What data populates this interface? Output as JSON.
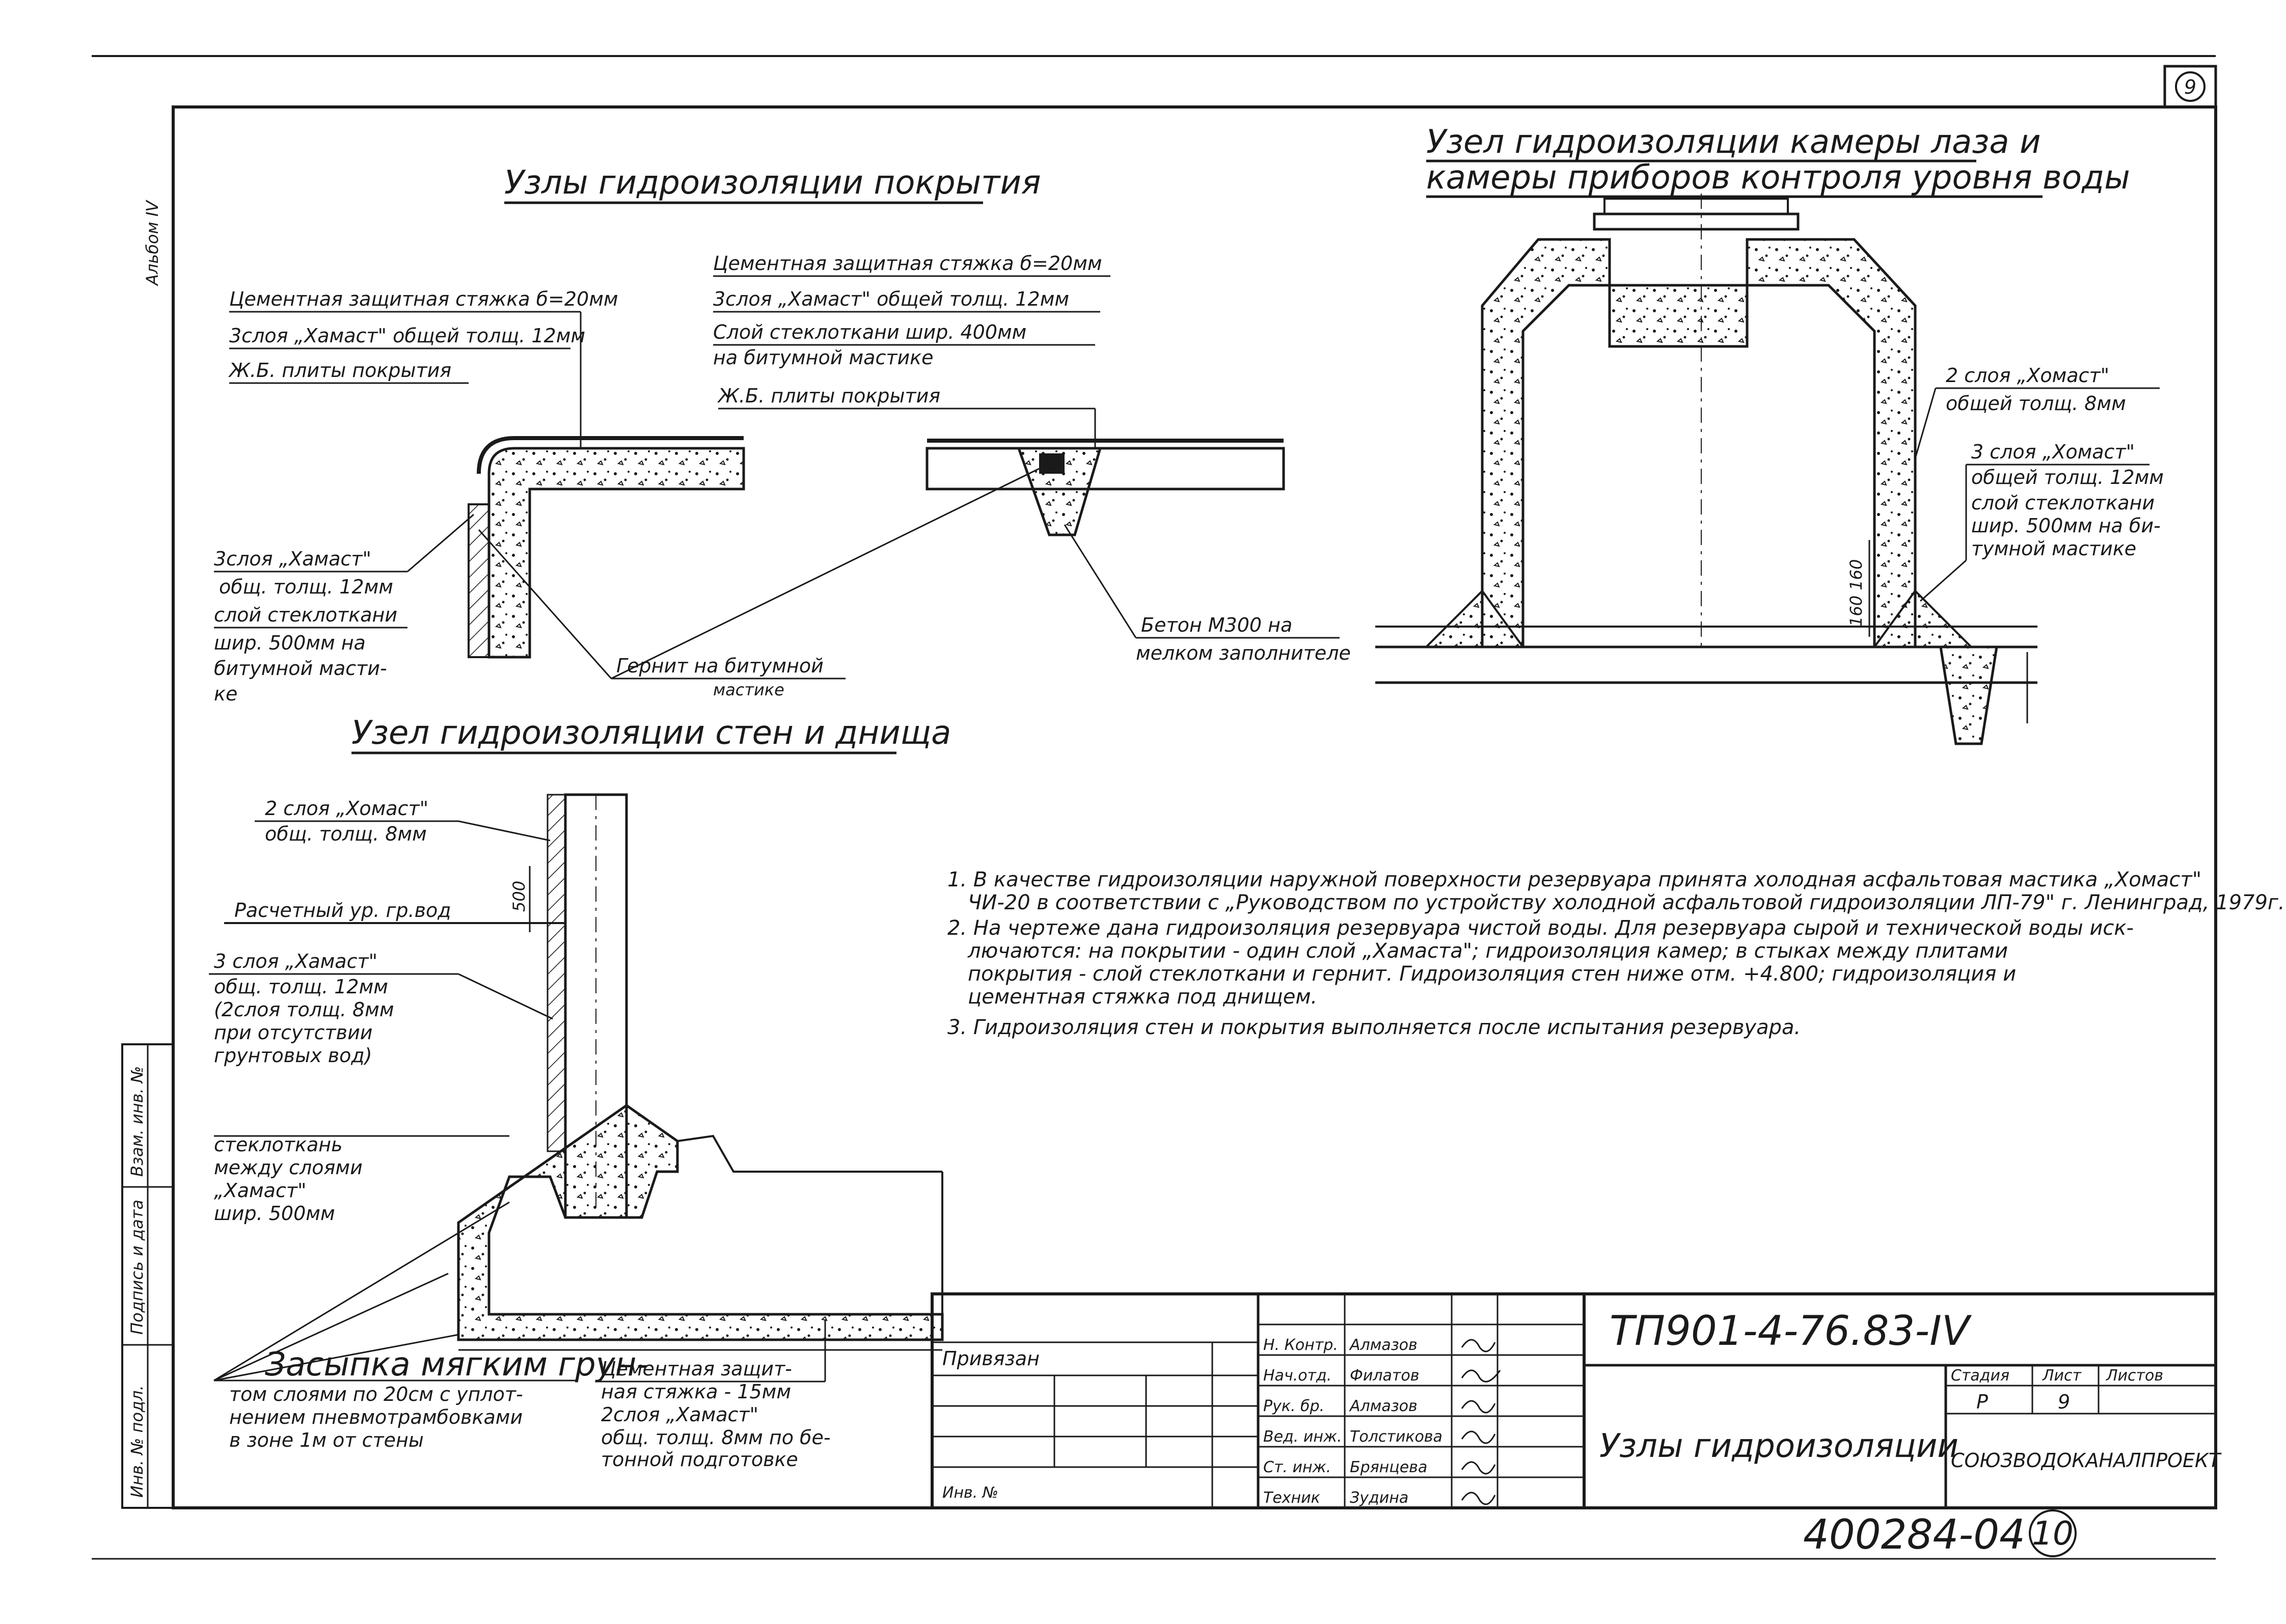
{
  "sheet": {
    "sheet_number_top": "9",
    "side_label": "Альбом IV",
    "bottom_number": "400284-04",
    "bottom_circle": "10"
  },
  "roof": {
    "title": "Узлы гидроизоляции покрытия",
    "left_labels": [
      "Цементная защитная стяжка б=20мм",
      "3слоя „Хамаст\" общей толщ. 12мм",
      "Ж.Б. плиты покрытия"
    ],
    "mid_labels": [
      "Цементная защитная стяжка б=20мм",
      "3слоя „Хамаст\" общей толщ. 12мм",
      "Слой стеклоткани шир. 400мм",
      "на битумной мастике",
      "Ж.Б. плиты покрытия"
    ],
    "corner_labels": [
      "3слоя „Хамаст\"",
      "общ. толщ. 12мм",
      "слой стеклоткани",
      "шир. 500мм на",
      "битумной масти-",
      "ке"
    ],
    "gernit": [
      "Гернит на битумной",
      "мастике"
    ],
    "beton": [
      "Бетон М300 на",
      "мелком заполнителе"
    ]
  },
  "chamber": {
    "title_line1": "Узел гидроизоляции камеры лаза и",
    "title_line2": "камеры приборов контроля уровня воды",
    "right_label1": [
      "2 слоя „Хомаст\"",
      "общей толщ. 8мм"
    ],
    "right_label2": [
      "3 слоя „Хомаст\"",
      "общей толщ. 12мм",
      "слой стеклоткани",
      "шир. 500мм на би-",
      "тумной мастике"
    ],
    "dim": "160 160"
  },
  "wall": {
    "title": "Узел гидроизоляции стен и днища",
    "label1": [
      "2 слоя „Хомаст\"",
      "общ. толщ. 8мм"
    ],
    "level": "Расчетный ур. гр.вод",
    "dim": "500",
    "label2": [
      "3 слоя „Хамаст\"",
      "общ. толщ. 12мм",
      "(2слоя толщ. 8мм",
      "при отсутствии",
      "грунтовых вод)"
    ],
    "label3": [
      "стеклоткань",
      "между слоями",
      "„Хамаст\"",
      "шир. 500мм"
    ],
    "label4": [
      "Засыпка мягким грун-",
      "том слоями по 20см с уплот-",
      "нением пневмотрамбовками",
      "в зоне 1м от стены"
    ],
    "label5": [
      "Цементная защит-",
      "ная стяжка - 15мм",
      "2слоя „Хамаст\"",
      "общ. толщ. 8мм по бе-",
      "тонной подготовке"
    ]
  },
  "notes": [
    "1. В качестве гидроизоляции наружной поверхности резервуара принята холодная асфальтовая мастика „Хомаст\"",
    "ЧИ-20 в соответствии с „Руководством по устройству холодной асфальтовой гидроизоляции ЛП-79\" г. Ленинград, 1979г.",
    "2. На чертеже дана гидроизоляция резервуара чистой воды. Для резервуара сырой и технической воды иск-",
    "лючаются: на покрытии - один слой „Хамаста\"; гидроизоляция камер; в стыках между плитами",
    "покрытия - слой стеклоткани и гернит. Гидроизоляция стен ниже отм. +4.800; гидроизоляция и",
    "цементная стяжка под днищем.",
    "3. Гидроизоляция стен и покрытия выполняется после испытания резервуара."
  ],
  "title_block": {
    "code": "ТП901-4-76.83-IV",
    "privyazan": "Привязан",
    "inv": "Инв. №",
    "roles": [
      {
        "role": "Н. Контр.",
        "name": "Алмазов"
      },
      {
        "role": "Нач.отд.",
        "name": "Филатов"
      },
      {
        "role": "Рук. бр.",
        "name": "Алмазов"
      },
      {
        "role": "Вед. инж.",
        "name": "Толстикова"
      },
      {
        "role": "Ст. инж.",
        "name": "Брянцева"
      },
      {
        "role": "Техник",
        "name": "Зудина"
      }
    ],
    "drawing_title": "Узлы гидроизоляции",
    "stage_header": "Стадия",
    "sheet_header": "Лист",
    "sheets_header": "Листов",
    "stage": "Р",
    "sheet": "9",
    "org": "СОЮЗВОДОКАНАЛПРОЕКТ"
  },
  "left_strip": [
    "Инв. № подл.",
    "Подпись и дата",
    "Взам. инв. №"
  ]
}
